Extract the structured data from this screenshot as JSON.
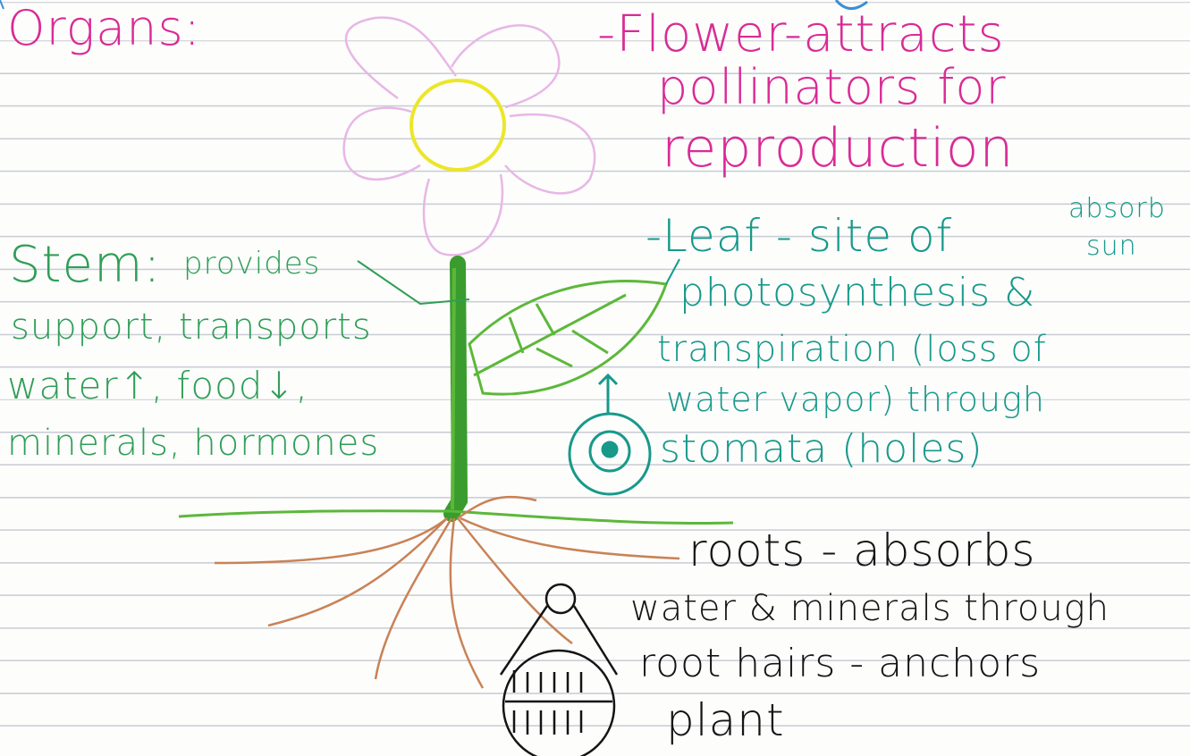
{
  "heading": "Organs:",
  "flower": {
    "label": "-Flower-attracts",
    "lines": [
      "pollinators for",
      "reproduction"
    ]
  },
  "stem": {
    "label": "Stem:",
    "lines": [
      "provides",
      "support, transports",
      "water↑, food↓,",
      "minerals, hormones"
    ]
  },
  "leaf": {
    "label": "-Leaf - site of",
    "side_note": [
      "absorb",
      "sun"
    ],
    "lines": [
      "photosynthesis &",
      "transpiration (loss of",
      "water vapor) through",
      "stomata (holes)"
    ]
  },
  "roots": {
    "label": "roots - absorbs",
    "lines": [
      "water & minerals through",
      "root hairs - anchors",
      "plant"
    ]
  },
  "colors": {
    "pink": "#d92b95",
    "green": "#2f9e57",
    "teal": "#17998a",
    "stem": "#3a9c2e",
    "yellow": "#ece62a",
    "root": "#c98256",
    "paper_line": "#c9cdd4"
  }
}
